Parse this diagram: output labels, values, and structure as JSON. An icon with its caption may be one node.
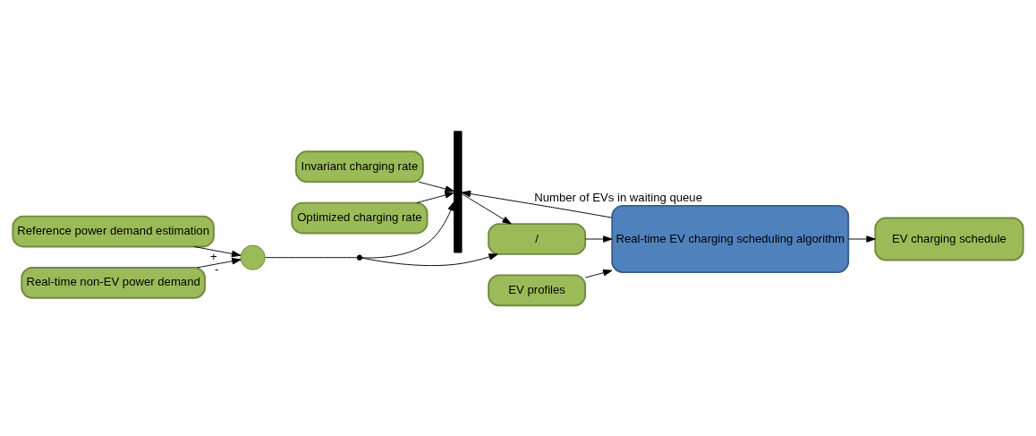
{
  "diagram": {
    "nodes": [
      {
        "text": [
          "Invariant charging rate"
        ]
      },
      {
        "text": [
          "Optimized charging rate"
        ]
      },
      {
        "text": [],
        "shape": "bar"
      },
      {
        "text": [
          "Reference power demand estimation"
        ]
      },
      {
        "text": [],
        "shape": "circle"
      },
      {
        "text": [],
        "shape": "dot"
      },
      {
        "text": [
          "/"
        ]
      },
      {
        "text": [
          "Real-time EV charging scheduling algorithm"
        ]
      },
      {
        "text": [
          "EV charging schedule"
        ]
      },
      {
        "text": [
          "Real-time non-EV power demand"
        ]
      },
      {
        "text": [
          "EV profiles"
        ]
      }
    ],
    "edges": [
      {
        "from": 0,
        "to": 2,
        "arrow": "to"
      },
      {
        "from": 1,
        "to": 2,
        "arrow": "to"
      },
      {
        "from": 7,
        "to": 2,
        "arrow": "to",
        "label": "Number of EVs in waiting queue"
      },
      {
        "from": 2,
        "to": 6,
        "arrow": "to"
      },
      {
        "from": 3,
        "to": 4,
        "arrow": "to",
        "label": "+"
      },
      {
        "from": 9,
        "to": 4,
        "arrow": "to",
        "label": "-"
      },
      {
        "from": 4,
        "to": 5,
        "arrow": "none"
      },
      {
        "from": 5,
        "to": 6,
        "arrow": "to"
      },
      {
        "from": 5,
        "to": 2,
        "arrow": "to"
      },
      {
        "from": 6,
        "to": 7,
        "arrow": "to"
      },
      {
        "from": 7,
        "to": 8,
        "arrow": "to"
      },
      {
        "from": 10,
        "to": 7,
        "arrow": "to"
      }
    ]
  }
}
